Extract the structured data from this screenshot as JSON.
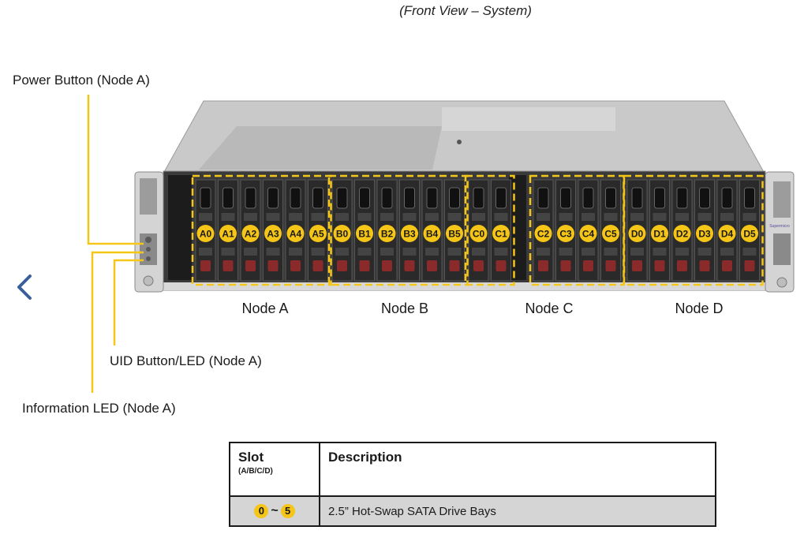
{
  "title": "(Front View – System)",
  "callouts": {
    "power": "Power Button (Node A)",
    "uid": "UID  Button/LED  (Node A)",
    "info": "Information  LED (Node A)"
  },
  "nodes": [
    {
      "label": "Node A",
      "slots": [
        "A0",
        "A1",
        "A2",
        "A3",
        "A4",
        "A5"
      ]
    },
    {
      "label": "Node B",
      "slots": [
        "B0",
        "B1",
        "B2",
        "B3",
        "B4",
        "B5"
      ]
    },
    {
      "label": "Node C",
      "slots": [
        "C0",
        "C1",
        "C2",
        "C3",
        "C4",
        "C5"
      ]
    },
    {
      "label": "Node D",
      "slots": [
        "D0",
        "D1",
        "D2",
        "D3",
        "D4",
        "D5"
      ]
    }
  ],
  "ear_logo": "Supermicro",
  "table": {
    "header_slot": "Slot",
    "header_slot_sub": "(A/B/C/D)",
    "header_desc": "Description",
    "row_from": "0",
    "row_sep": "~",
    "row_to": "5",
    "row_desc": "2.5” Hot-Swap SATA Drive Bays"
  },
  "colors": {
    "accent_yellow": "#f5c518",
    "chassis_gray": "#c9c9c9",
    "bay_dark": "#2a2a2a",
    "release_red": "#8a2a2a",
    "nav_arrow": "#3a5f9a"
  },
  "icons": {
    "back": "chevron-left-icon"
  }
}
